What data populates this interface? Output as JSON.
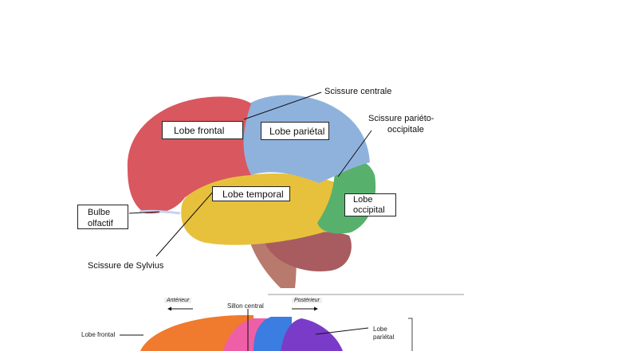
{
  "top_diagram": {
    "labels": {
      "scissure_centrale": "Scissure centrale",
      "lobe_frontal": "Lobe frontal",
      "lobe_parietal": "Lobe pariétal",
      "scissure_parieto_1": "Scissure pariéto-",
      "scissure_parieto_2": "occipitale",
      "lobe_temporal": "Lobe temporal",
      "lobe_occipital_1": "Lobe",
      "lobe_occipital_2": "occipital",
      "bulbe_1": "Bulbe",
      "bulbe_2": "olfactif",
      "scissure_sylvius": "Scissure de Sylvius"
    },
    "colors": {
      "frontal": "#d9575e",
      "parietal": "#8fb2dd",
      "temporal": "#e7c13c",
      "occipital": "#58b06d",
      "cerebellum": "#a85c5f",
      "brainstem": "#b87a6c"
    }
  },
  "bottom_diagram": {
    "labels": {
      "anterieur": "Antérieur",
      "posterieur": "Postérieur",
      "sillon_central": "Sillon central",
      "lobe_frontal": "Lobe frontal",
      "lobe_parietal_1": "Lobe",
      "lobe_parietal_2": "pariétal"
    },
    "colors": {
      "frontal": "#f07a2e",
      "pink": "#ee5fa8",
      "blue": "#3b7de0",
      "purple": "#7a3cc8"
    }
  }
}
